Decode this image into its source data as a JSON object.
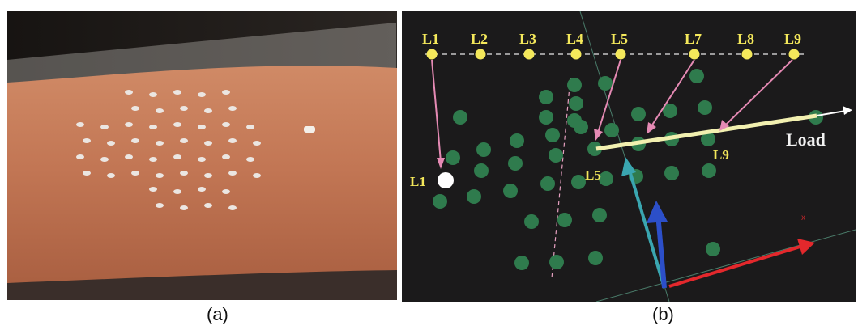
{
  "captions": {
    "a": "(a)",
    "b": "(b)"
  },
  "panel_b": {
    "top_labels": [
      "L1",
      "L2",
      "L3",
      "L4",
      "L5",
      "L7",
      "L8",
      "L9"
    ],
    "side_labels": {
      "l1": "L1",
      "l5": "L5",
      "l9": "L9"
    },
    "load_label": "Load",
    "axis_label": "x",
    "colors": {
      "background": "#1b1a1b",
      "marker": "#2f7b4d",
      "label": "#f4e85b",
      "pointer": "#e58ab4",
      "load_line": "#f2f0b0",
      "axis_red": "#e3282c",
      "axis_cyan": "#3aa6b0",
      "axis_blue": "#2c4fc9"
    }
  },
  "panel_a": {
    "colors": {
      "skin": "#c47b5a",
      "marker": "#e8e2dc",
      "background": "#161311"
    }
  }
}
